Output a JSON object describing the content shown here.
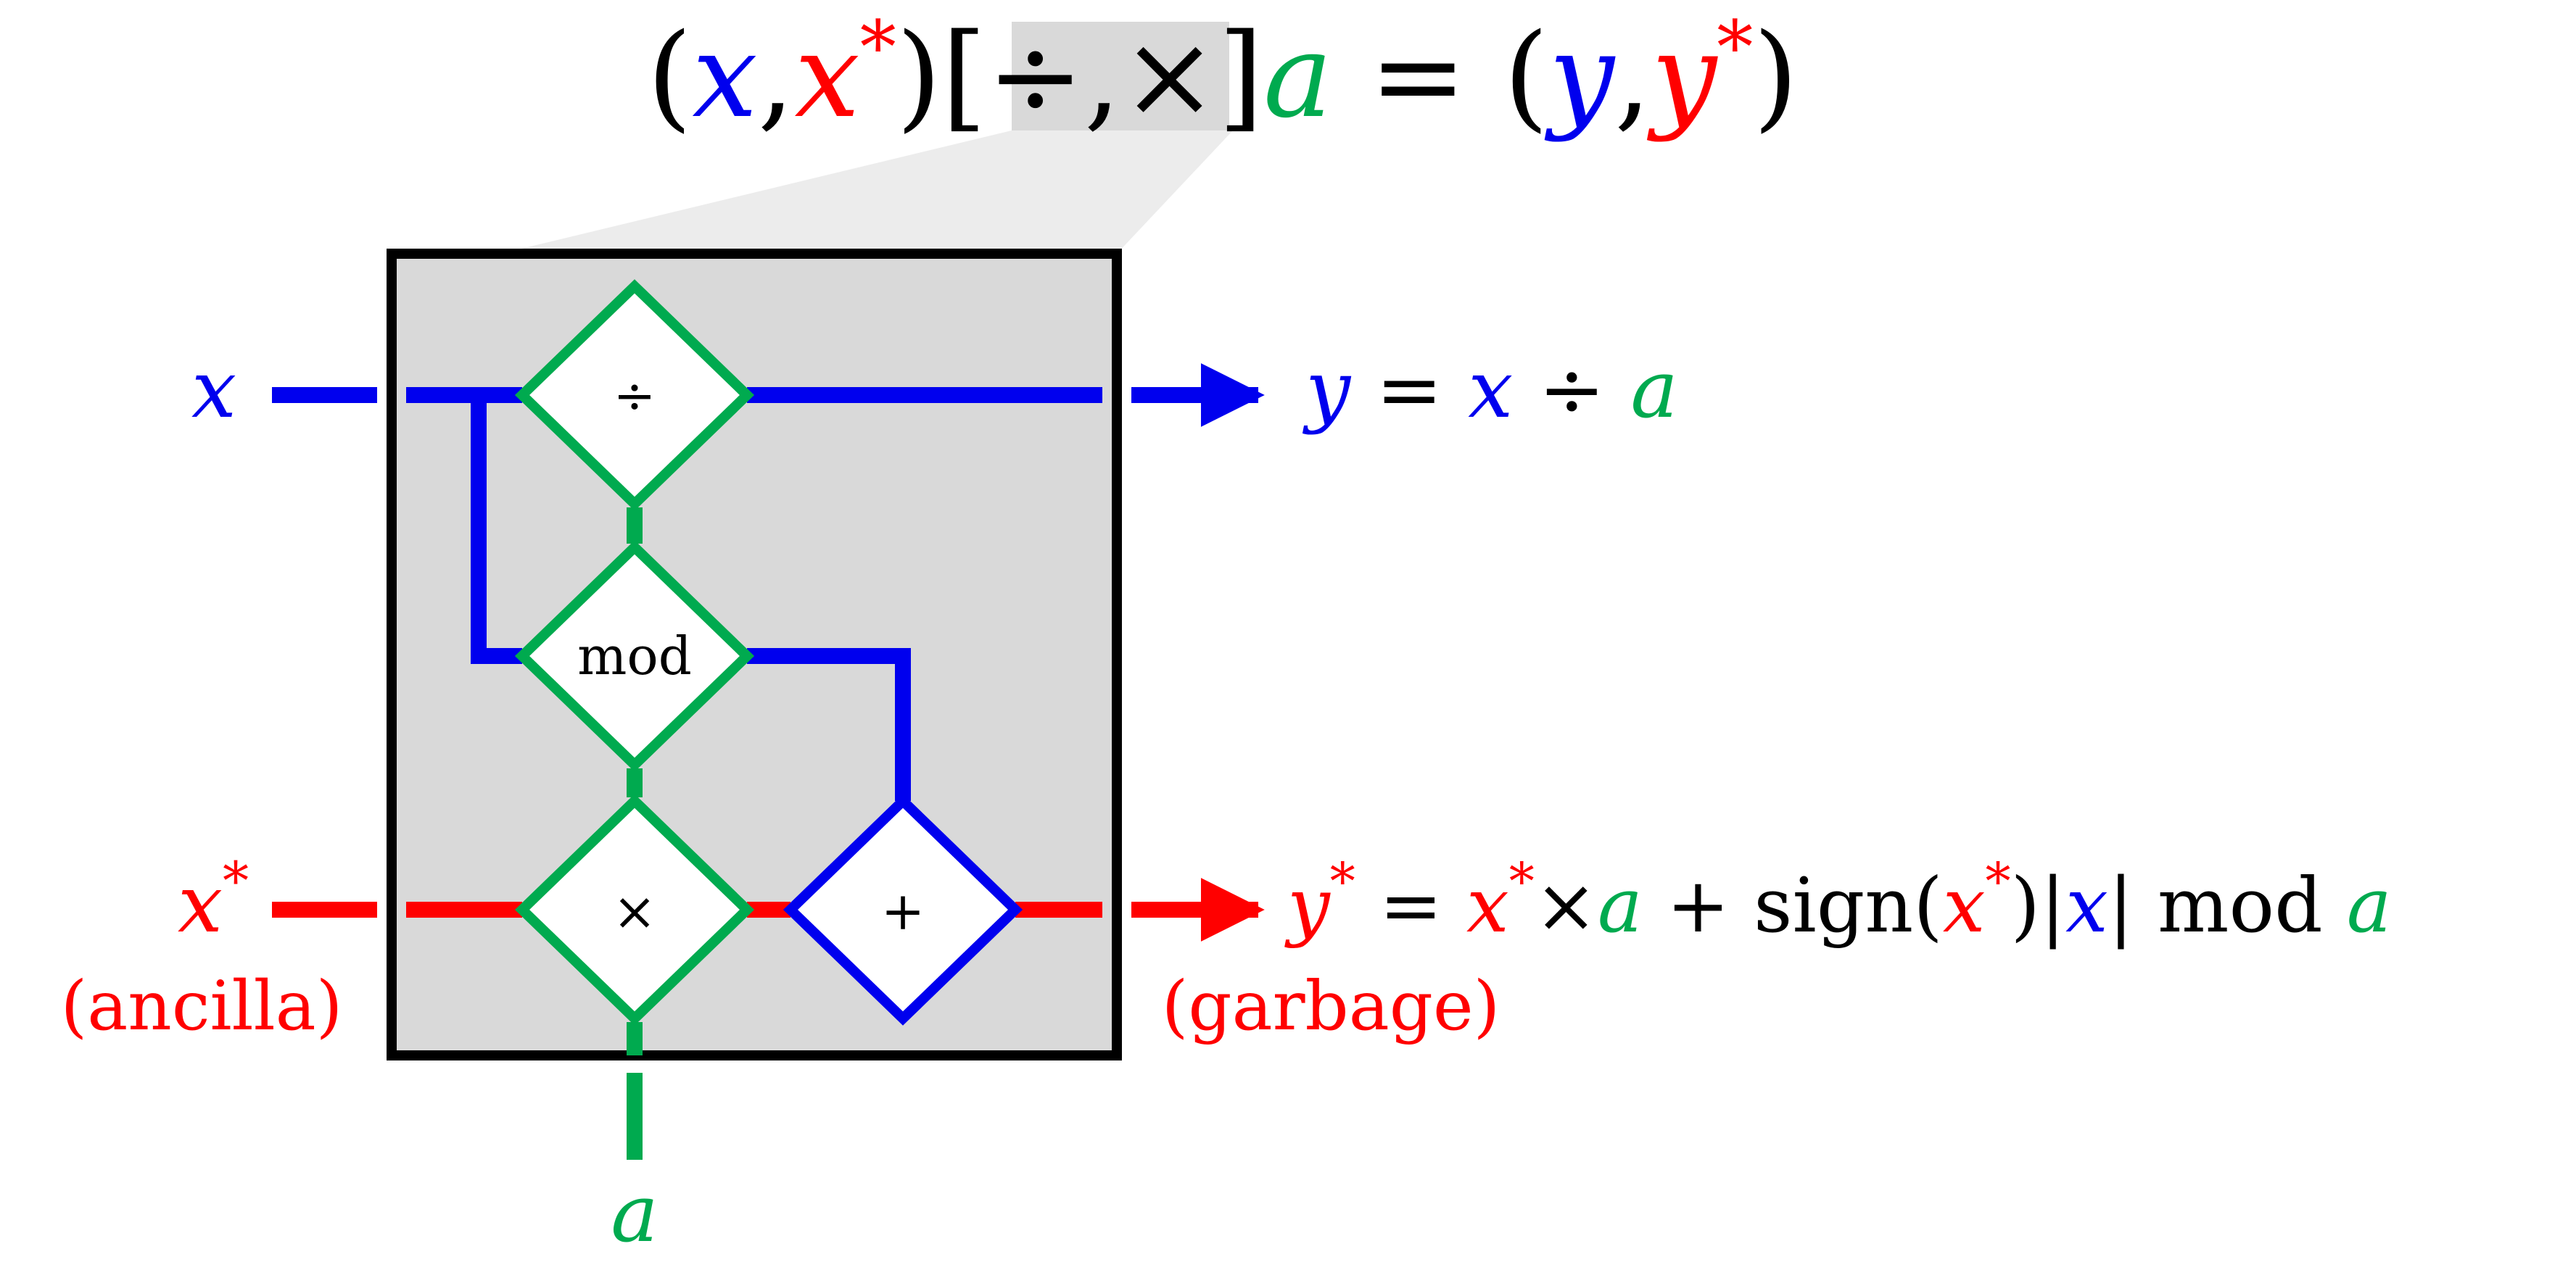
{
  "colors": {
    "x": "#0000ee",
    "xstar": "#ff0000",
    "a": "#00aa4f",
    "black": "#000000",
    "panel": "#d9d9d9",
    "gate_fill": "#ffffff"
  },
  "header": {
    "lparen": "(",
    "x": "x",
    "comma1": ",",
    "xstar": "x",
    "star1": "*",
    "rparen": ")",
    "lbracket": "[",
    "ops": "÷,×",
    "rbracket": "]",
    "a": "a",
    "equals": " = ",
    "lparen2": "(",
    "y": "y",
    "comma2": ",",
    "ystar": "y",
    "star2": "*",
    "rparen2": ")"
  },
  "inputs": {
    "x": "x",
    "xstar": "x",
    "xstar_star": "*",
    "ancilla": "(ancilla)",
    "a": "a"
  },
  "gates": {
    "div": "÷",
    "mod": "mod",
    "mul": "×",
    "add": "+"
  },
  "outputs": {
    "y": {
      "y": "y",
      "eq": " = ",
      "x": "x",
      "div": " ÷ ",
      "a": "a"
    },
    "ystar": {
      "y": "y",
      "star": "*",
      "eq": " = ",
      "x": "x",
      "xstar_star": "*",
      "times": "×",
      "a": "a",
      "plus": " + sign(",
      "x2": "x",
      "star3": "*",
      "close": ")|",
      "x3": "x",
      "mod": "| mod ",
      "a2": "a"
    },
    "garbage": "(garbage)"
  }
}
